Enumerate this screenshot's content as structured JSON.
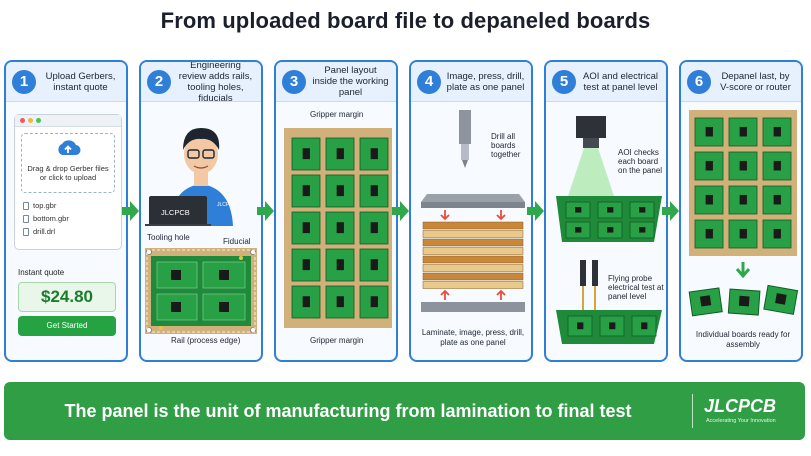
{
  "title": "From uploaded board file to depaneled boards",
  "steps": [
    {
      "number": "1",
      "title": "Upload Gerbers, instant quote"
    },
    {
      "number": "2",
      "title": "Engineering review adds rails, tooling holes, fiducials"
    },
    {
      "number": "3",
      "title": "Panel layout inside the working panel"
    },
    {
      "number": "4",
      "title": "Image, press, drill, plate as one panel"
    },
    {
      "number": "5",
      "title": "AOI and electrical test at panel level"
    },
    {
      "number": "6",
      "title": "Depanel last, by V-score or router"
    }
  ],
  "step1": {
    "upload_text": "Drag & drop Gerber files or click to upload",
    "files": [
      "top.gbr",
      "bottom.gbr",
      "drill.drl"
    ],
    "quote_label": "Instant quote",
    "price": "$24.80",
    "button": "Get Started"
  },
  "step2": {
    "laptop_brand": "JLCPCB",
    "shirt_brand": "JLCPCB",
    "tooling_hole": "Tooling hole",
    "fiducial": "Fiducial",
    "rail": "Rail (process edge)"
  },
  "step3": {
    "gripper_top": "Gripper margin",
    "gripper_bottom": "Gripper margin"
  },
  "step4": {
    "drill_label": "Drill all boards together",
    "caption": "Laminate, image, press, drill, plate as one panel"
  },
  "step5": {
    "aoi_label": "AOI checks each board on the panel",
    "probe_label": "Flying probe electrical test at panel level"
  },
  "step6": {
    "caption": "Individual boards ready for assembly"
  },
  "banner": {
    "text": "The panel is the unit of manufacturing from lamination to final test",
    "brand": "JLCPCB",
    "tagline": "Accelerating Your Innovation"
  },
  "colors": {
    "accent_blue": "#2f7ed8",
    "banner_green": "#2f9e44",
    "arrow_green": "#2ea84a",
    "pcb_green": "#1f8a3a"
  },
  "icons": [
    "cloud-upload-icon",
    "file-icon",
    "person-icon",
    "laptop-icon",
    "drill-icon",
    "camera-icon",
    "probe-icon",
    "arrow-right-icon",
    "arrow-down-icon"
  ]
}
